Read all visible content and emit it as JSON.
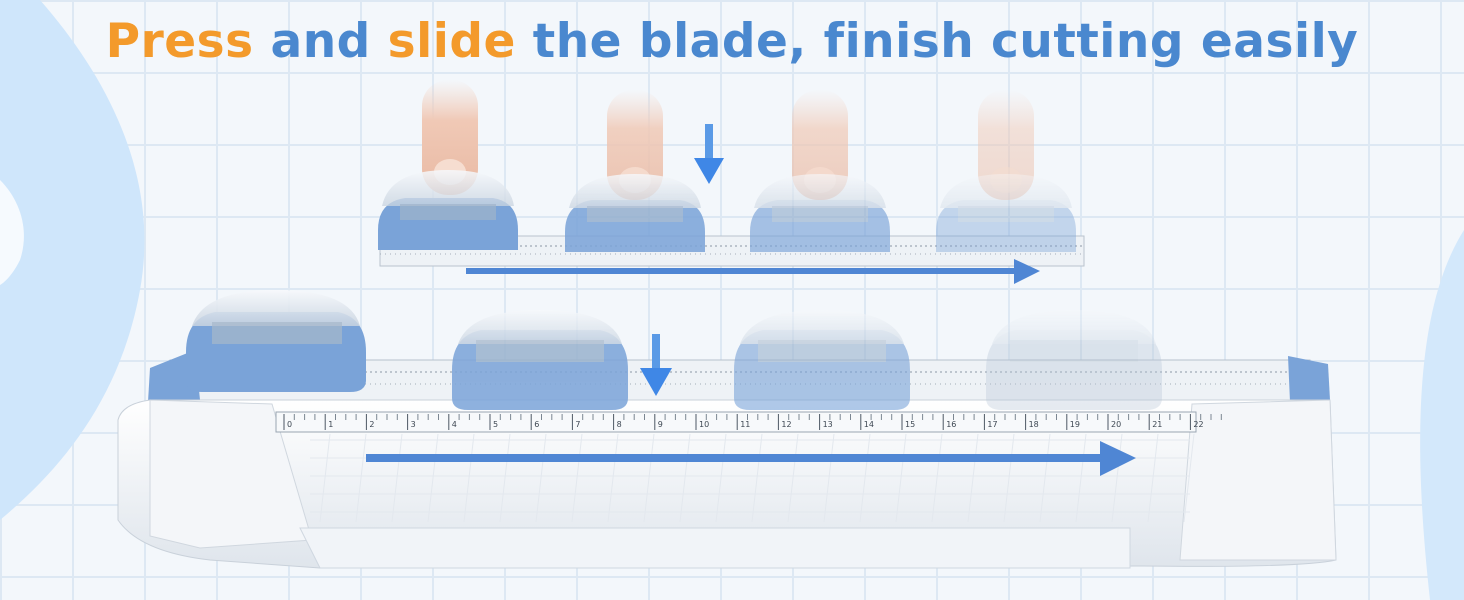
{
  "headline": {
    "word1": "Press",
    "word2": " and ",
    "word3": "slide",
    "word4": " the blade, finish cutting easily"
  },
  "colors": {
    "accent_orange": "#f39a2b",
    "accent_blue": "#4a88cf",
    "blade_blue": "#7aa3d8",
    "arrow_blue": "#4f86d4",
    "background": "#f3f7fb",
    "grid": "#dde8f3"
  },
  "ruler": {
    "marks": [
      "0",
      "1",
      "2",
      "3",
      "4",
      "5",
      "6",
      "7",
      "8",
      "9",
      "10",
      "11",
      "12",
      "13",
      "14",
      "15",
      "16",
      "17",
      "18",
      "19",
      "20",
      "21",
      "22"
    ]
  },
  "icons": {
    "down_arrow": "down-arrow-icon",
    "right_arrow": "right-arrow-icon"
  }
}
